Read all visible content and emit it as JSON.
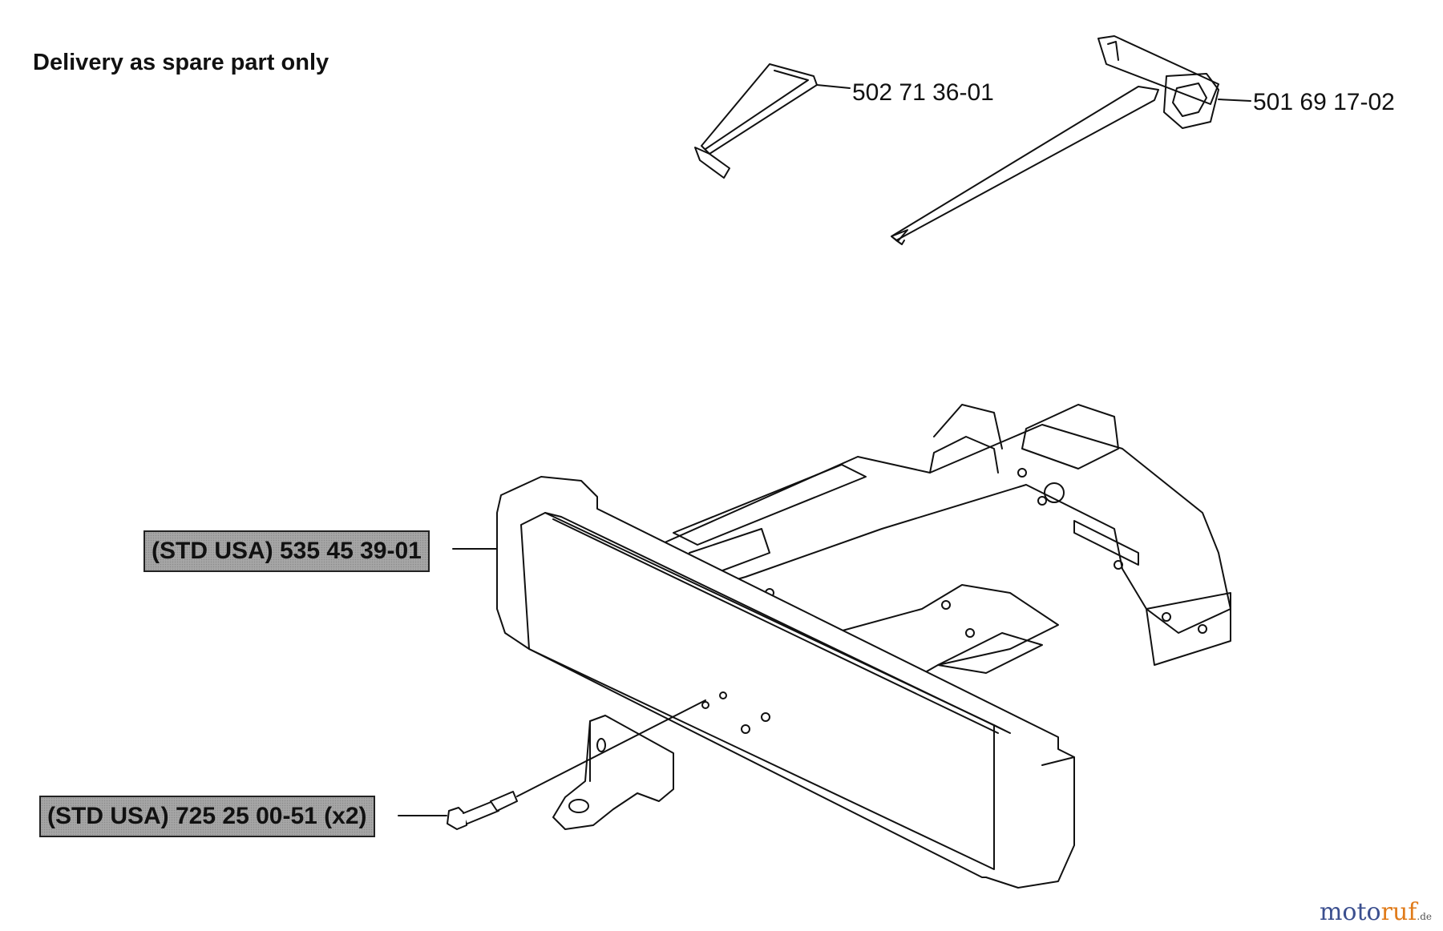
{
  "heading": "Delivery as spare part only",
  "parts": {
    "hex_key": "502 71 36-01",
    "spark_plug_wrench": "501 69 17-02",
    "bumper": "(STD USA) 535 45 39-01",
    "bolt": "(STD USA) 725 25 00-51 (x2)"
  },
  "watermark": {
    "part1": "moto",
    "part2": "ruf",
    "domain": ".de"
  },
  "colors": {
    "line": "#111111",
    "label_fill": "#a6a6a6",
    "wm_blue": "#3b4f8f",
    "wm_orange": "#e07b1a"
  }
}
